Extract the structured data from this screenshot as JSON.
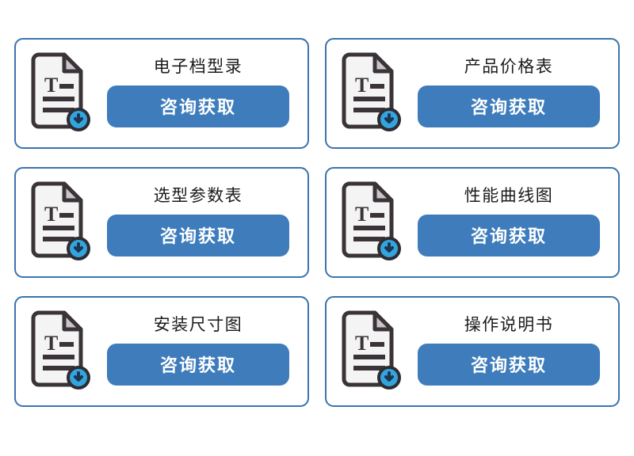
{
  "page": {
    "background_color": "#ffffff",
    "layout": "2-column x 3-row card grid"
  },
  "theme": {
    "card_border_color": "#3a74ad",
    "button_color": "#3e7cbb",
    "button_text_color": "#ffffff",
    "title_color": "#1b1b1b",
    "icon_page_color": "#f4f4f4",
    "icon_outline_color": "#3a3438",
    "icon_fold_color": "#c9c4c9",
    "icon_badge_color": "#33a5dd",
    "icon_badge_ring_color": "#2f2b33"
  },
  "cards": [
    {
      "id": "electronic-catalog",
      "title": "电子档型录",
      "button_label": "咨询获取",
      "icon": "document-download-icon"
    },
    {
      "id": "product-price-list",
      "title": "产品价格表",
      "button_label": "咨询获取",
      "icon": "document-download-icon"
    },
    {
      "id": "selection-parameter-table",
      "title": "选型参数表",
      "button_label": "咨询获取",
      "icon": "document-download-icon"
    },
    {
      "id": "performance-curve-chart",
      "title": "性能曲线图",
      "button_label": "咨询获取",
      "icon": "document-download-icon"
    },
    {
      "id": "installation-dimension-drawing",
      "title": "安装尺寸图",
      "button_label": "咨询获取",
      "icon": "document-download-icon"
    },
    {
      "id": "operation-manual",
      "title": "操作说明书",
      "button_label": "咨询获取",
      "icon": "document-download-icon"
    }
  ]
}
